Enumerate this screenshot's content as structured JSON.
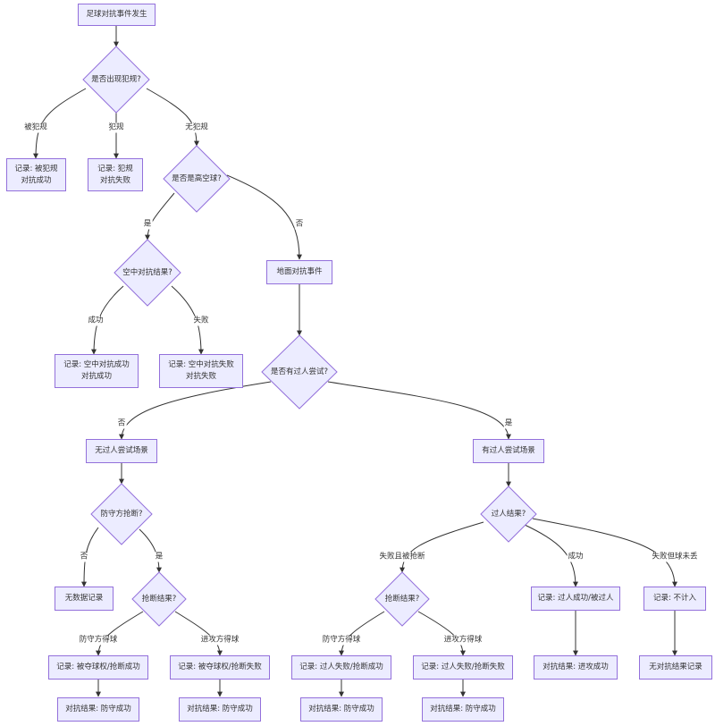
{
  "nodes": {
    "start": "足球对抗事件发生",
    "foul_q": "是否出现犯规?",
    "rec_fouled": "记录: 被犯规\n对抗成功",
    "rec_foul": "记录: 犯规\n对抗失败",
    "high_q": "是否是高空球?",
    "air_q": "空中对抗结果?",
    "ground": "地面对抗事件",
    "rec_air_win": "记录: 空中对抗成功\n对抗成功",
    "rec_air_lose": "记录: 空中对抗失败\n对抗失败",
    "dribble_q": "是否有过人尝试?",
    "no_dribble": "无过人尝试场景",
    "dribble": "有过人尝试场景",
    "def_tackle_q": "防守方抢断?",
    "dribble_res_q": "过人结果?",
    "no_data": "无数据记录",
    "tackle_q": "抢断结果?",
    "rec_dispossessed": "记录: 被夺球权/抢断成功",
    "rec_dispossessed_fail": "记录: 被夺球权/抢断失败",
    "res_def1": "对抗结果: 防守成功",
    "res_def2": "对抗结果: 防守成功",
    "tackle2_q": "抢断结果?",
    "rec_dribble_win": "记录: 过人成功/被过人",
    "rec_none": "记录: 不计入",
    "rec_dribble_fail1": "记录: 过人失败/抢断成功",
    "rec_dribble_fail2": "记录: 过人失败/抢断失败",
    "res_def3": "对抗结果: 防守成功",
    "res_def4": "对抗结果: 防守成功",
    "res_att": "对抗结果: 进攻成功",
    "res_none": "无对抗结果记录"
  },
  "edge_labels": {
    "fouled": "被犯规",
    "foul": "犯规",
    "no_foul": "无犯规",
    "yes_high": "是",
    "no_high": "否",
    "air_win": "成功",
    "air_lose": "失败",
    "no_dribble": "否",
    "yes_dribble": "是",
    "no_tackle": "否",
    "yes_tackle": "是",
    "def_gain": "防守方得球",
    "att_gain": "进攻方得球",
    "fail_tackled": "失败且被抢断",
    "success": "成功",
    "fail_keep": "失败但球未丢",
    "def_gain2": "防守方得球",
    "att_gain2": "进攻方得球"
  },
  "colors": {
    "node_fill": "#ECECFF",
    "node_stroke": "#9370DB",
    "edge": "#333333",
    "text": "#333333"
  }
}
